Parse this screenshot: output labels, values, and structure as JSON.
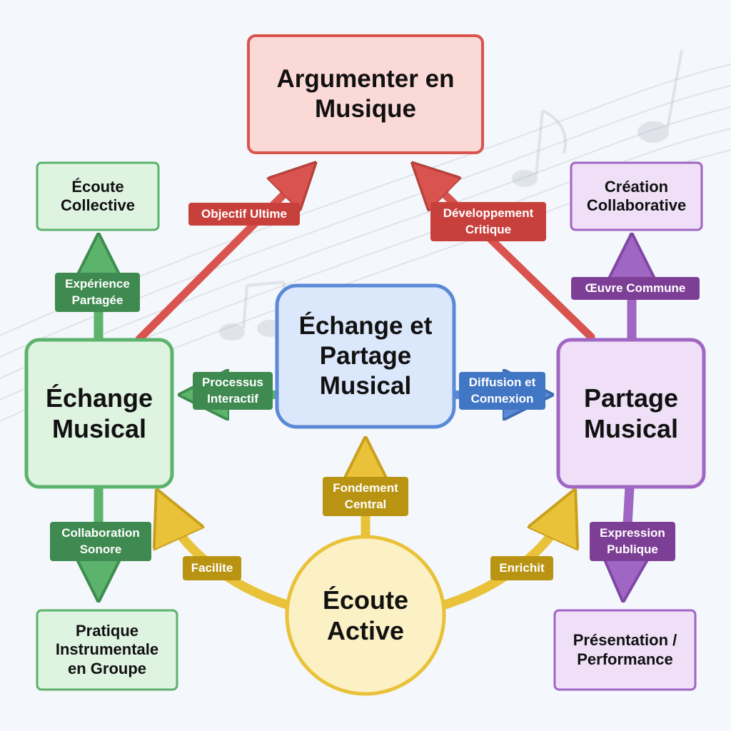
{
  "colors": {
    "red": "#d9544f",
    "green": "#5bb36c",
    "blue": "#5a8ad6",
    "purple": "#a066c4",
    "gold": "#e9c23a"
  },
  "nodes": {
    "top": "Argumenter en\nMusique",
    "center": "Échange et\nPartage\nMusical",
    "left": "Échange\nMusical",
    "right": "Partage\nMusical",
    "bottom": "Écoute\nActive",
    "top_left": "Écoute\nCollective",
    "bottom_left": "Pratique\nInstrumentale\nen Groupe",
    "top_right": "Création\nCollaborative",
    "bottom_right": "Présentation /\nPerformance"
  },
  "labels": {
    "objectif_ultime": "Objectif Ultime",
    "developpement_critique": "Développement\nCritique",
    "experience_partagee": "Expérience\nPartagée",
    "oeuvre_commune": "Œuvre Commune",
    "processus_interactif": "Processus\nInteractif",
    "diffusion_connexion": "Diffusion et\nConnexion",
    "fondement_central": "Fondement\nCentral",
    "collaboration_sonore": "Collaboration\nSonore",
    "expression_publique": "Expression\nPublique",
    "facilite": "Facilite",
    "enrichit": "Enrichit"
  }
}
